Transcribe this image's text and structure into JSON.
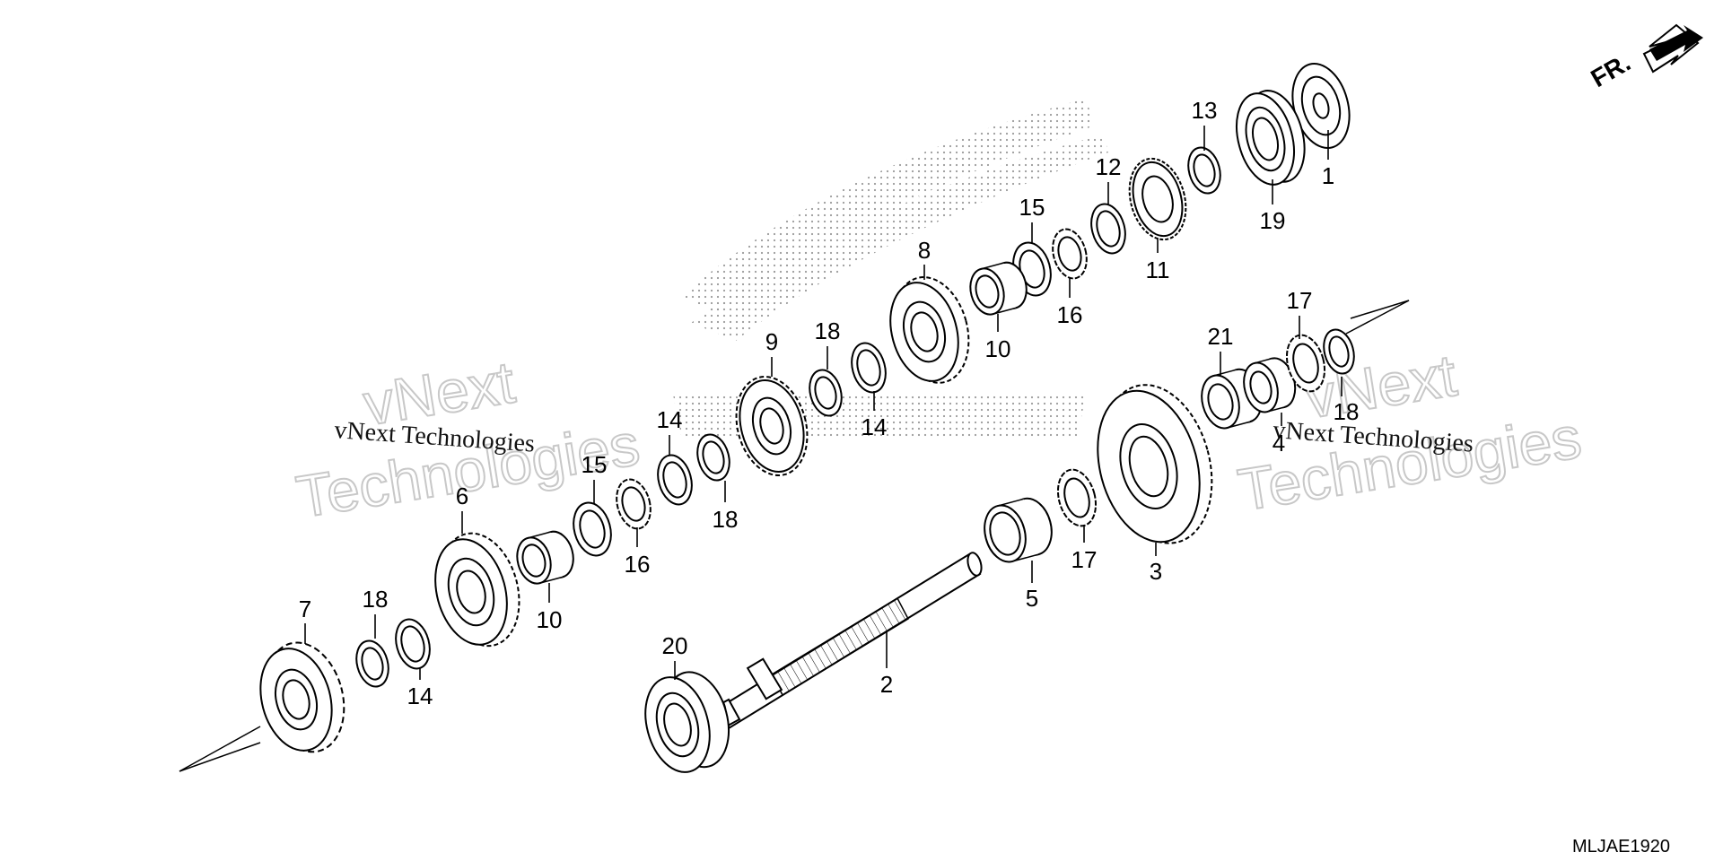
{
  "diagram": {
    "code": "MLJAE1920",
    "direction_label": "FR.",
    "watermarks": [
      {
        "small": "vNext Technologies",
        "big_top": "vNext",
        "big_bottom": "Technologies"
      },
      {
        "small": "vNext Technologies",
        "big_top": "vNext",
        "big_bottom": "Technologies"
      }
    ],
    "callouts": [
      {
        "label": "1"
      },
      {
        "label": "13"
      },
      {
        "label": "19"
      },
      {
        "label": "12"
      },
      {
        "label": "11"
      },
      {
        "label": "15"
      },
      {
        "label": "16"
      },
      {
        "label": "8"
      },
      {
        "label": "10"
      },
      {
        "label": "18"
      },
      {
        "label": "9"
      },
      {
        "label": "14"
      },
      {
        "label": "14"
      },
      {
        "label": "18"
      },
      {
        "label": "15"
      },
      {
        "label": "16"
      },
      {
        "label": "6"
      },
      {
        "label": "10"
      },
      {
        "label": "7"
      },
      {
        "label": "18"
      },
      {
        "label": "14"
      },
      {
        "label": "20"
      },
      {
        "label": "2"
      },
      {
        "label": "5"
      },
      {
        "label": "17"
      },
      {
        "label": "3"
      },
      {
        "label": "21"
      },
      {
        "label": "4"
      },
      {
        "label": "17"
      },
      {
        "label": "18"
      }
    ]
  }
}
